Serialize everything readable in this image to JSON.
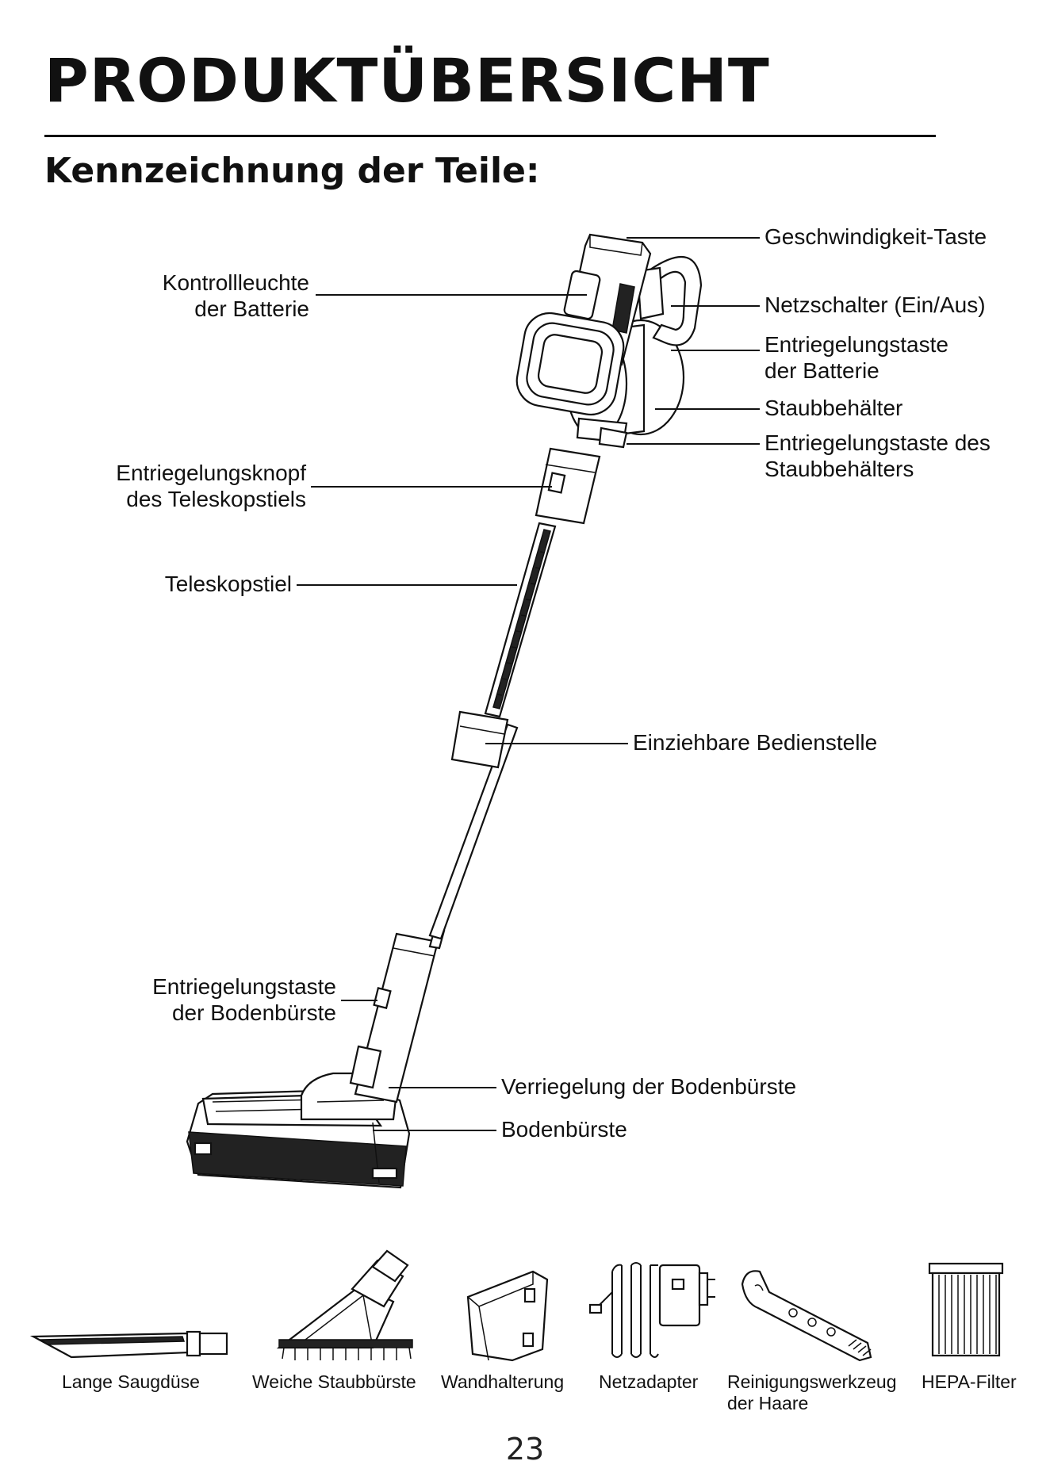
{
  "page": {
    "title": "PRODUKTÜBERSICHT",
    "subtitle": "Kennzeichnung der Teile:",
    "page_number": "23"
  },
  "labels": {
    "speed_button": "Geschwindigkeit-Taste",
    "battery_indicator": [
      "Kontrollleuchte",
      "der Batterie"
    ],
    "power_switch": "Netzschalter (Ein/Aus)",
    "battery_release": [
      "Entriegelungstaste",
      "der Batterie"
    ],
    "dust_container": "Staubbehälter",
    "dust_container_release": [
      "Entriegelungstaste des",
      "Staubbehälters"
    ],
    "telescopic_release": [
      "Entriegelungsknopf",
      "des Teleskopstiels"
    ],
    "telescopic_pole": "Teleskopstiel",
    "retractable_control": "Einziehbare Bedienstelle",
    "floor_brush_release": [
      "Entriegelungstaste",
      "der Bodenbürste"
    ],
    "floor_brush_lock": "Verriegelung der Bodenbürste",
    "floor_brush": "Bodenbürste"
  },
  "accessories": [
    {
      "lines": [
        "Lange Saugdüse"
      ],
      "icon": "crevice-tool-icon"
    },
    {
      "lines": [
        "Weiche Staubbürste"
      ],
      "icon": "soft-brush-icon"
    },
    {
      "lines": [
        "Wandhalterung"
      ],
      "icon": "wall-mount-icon"
    },
    {
      "lines": [
        "Netzadapter"
      ],
      "icon": "power-adapter-icon"
    },
    {
      "lines": [
        "Reinigungswerkzeug",
        "der Haare"
      ],
      "icon": "hair-cleaning-tool-icon"
    },
    {
      "lines": [
        "HEPA-Filter"
      ],
      "icon": "hepa-filter-icon"
    }
  ]
}
